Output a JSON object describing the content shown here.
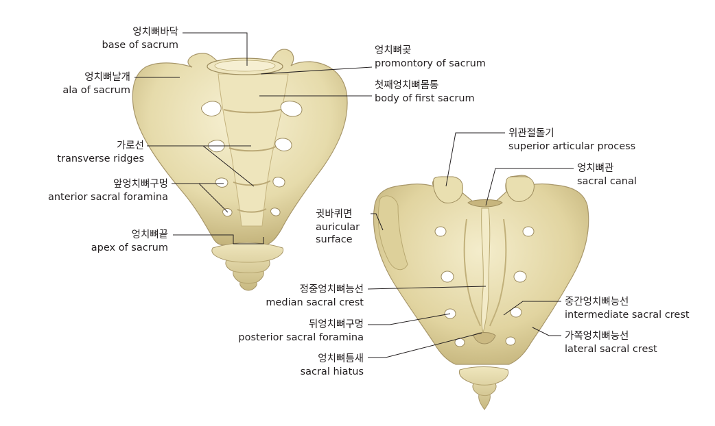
{
  "figures": {
    "anterior": {
      "labels": {
        "base_of_sacrum": {
          "ko": "엉치뼈바닥",
          "en": "base of sacrum"
        },
        "ala_of_sacrum": {
          "ko": "엉치뼈날개",
          "en": "ala of sacrum"
        },
        "transverse_ridges": {
          "ko": "가로선",
          "en": "transverse ridges"
        },
        "anterior_sacral_foramina": {
          "ko": "앞엉치뼈구멍",
          "en": "anterior sacral foramina"
        },
        "apex_of_sacrum": {
          "ko": "엉치뼈끝",
          "en": "apex of sacrum"
        },
        "promontory_of_sacrum": {
          "ko": "엉치뼈곶",
          "en": "promontory of sacrum"
        },
        "body_of_first_sacrum": {
          "ko": "첫째엉치뼈몸통",
          "en": "body of first sacrum"
        }
      }
    },
    "posterior": {
      "labels": {
        "superior_articular_process": {
          "ko": "위관절돌기",
          "en": "superior articular process"
        },
        "sacral_canal": {
          "ko": "엉치뼈관",
          "en": "sacral canal"
        },
        "auricular_surface": {
          "ko": "귓바퀴면",
          "en": "auricular",
          "en2": "surface"
        },
        "median_sacral_crest": {
          "ko": "정중엉치뼈능선",
          "en": "median sacral crest"
        },
        "posterior_sacral_foramina": {
          "ko": "뒤엉치뼈구멍",
          "en": "posterior sacral foramina"
        },
        "sacral_hiatus": {
          "ko": "엉치뼈틈새",
          "en": "sacral hiatus"
        },
        "intermediate_sacral_crest": {
          "ko": "중간엉치뼈능선",
          "en": "intermediate sacral crest"
        },
        "lateral_sacral_crest": {
          "ko": "가쪽엉치뼈능선",
          "en": "lateral sacral crest"
        }
      }
    }
  },
  "colors": {
    "bone_light": "#f1e9c4",
    "bone_mid": "#ddd09b",
    "bone_dark": "#b8a870",
    "foramen": "#ffffff",
    "line": "#231f20"
  }
}
